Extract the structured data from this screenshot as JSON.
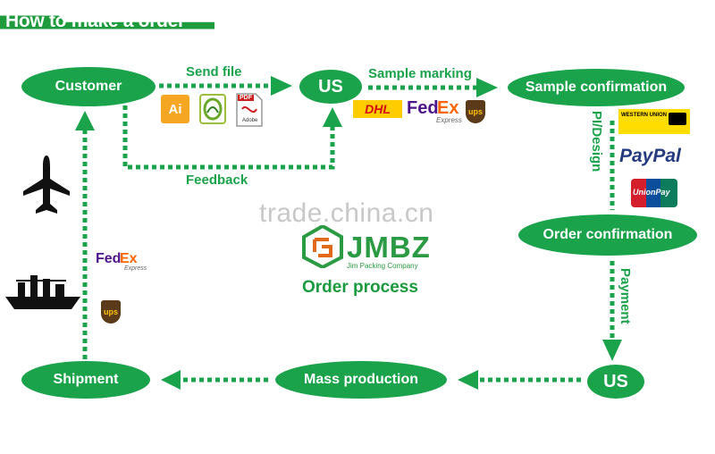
{
  "header": {
    "title": "How to make a order"
  },
  "nodes": {
    "customer": "Customer",
    "us_top": "US",
    "sample_confirmation": "Sample confirmation",
    "order_confirmation": "Order confirmation",
    "us_bottom": "US",
    "mass_production": "Mass production",
    "shipment": "Shipment"
  },
  "edges": {
    "send_file": "Send file",
    "sample_marking": "Sample marking",
    "feedback": "Feedback",
    "pi_design": "PI/Design",
    "payment": "Payment"
  },
  "file_icons": {
    "ai": "Ai",
    "pdf": "PDF",
    "pdf_sub": "Adobe"
  },
  "couriers": {
    "dhl": "DHL",
    "fedex_fed": "Fed",
    "fedex_ex": "Ex",
    "fedex_express": "Express",
    "ups": "ups"
  },
  "payments": {
    "western_union": "WESTERN UNION",
    "paypal": "PayPal",
    "unionpay": "UnionPay"
  },
  "brand": {
    "name": "JMBZ",
    "tagline": "Jim Packing Company",
    "caption": "Order process"
  },
  "watermark": "trade.china.cn",
  "colors": {
    "primary": "#1aa34a",
    "banner": "#1e9b3c"
  }
}
